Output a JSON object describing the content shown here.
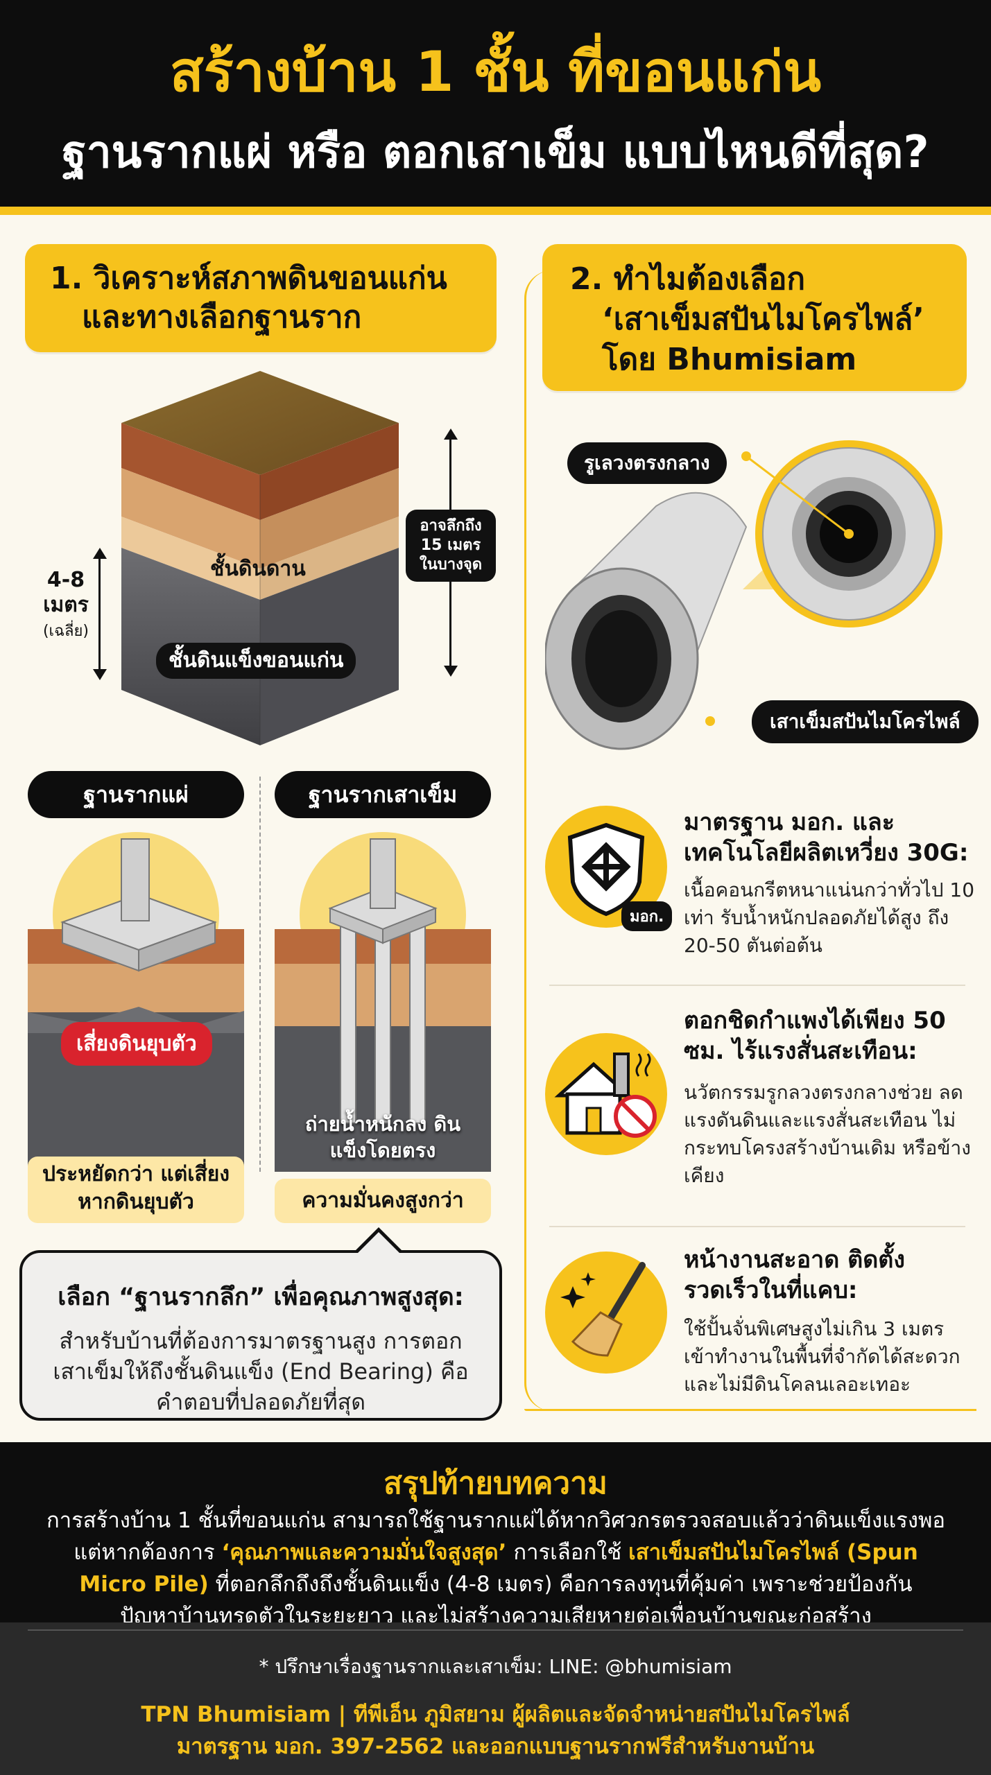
{
  "header": {
    "title": "สร้างบ้าน 1 ชั้น ที่ขอนแก่น",
    "subtitle": "ฐานรากแผ่ หรือ ตอกเสาเข็ม แบบไหนดีที่สุด?"
  },
  "section1": {
    "title_line1": "1. วิเคราะห์สภาพดินขอนแก่น",
    "title_line2": "และทางเลือกฐานราก",
    "soil_top_label": "ชั้นดินดาน",
    "soil_bottom_label": "ชั้นดินแข็งขอนแก่น",
    "depth_left": "4-8",
    "depth_left_unit": "เมตร",
    "depth_left_note": "(เฉลี่ย)",
    "depth_right": "อาจลึกถึง 15 เมตร ในบางจุด",
    "foundation_a": {
      "title": "ฐานรากแผ่",
      "warning": "เสี่ยงดินยุบตัว",
      "note": "ประหยัดกว่า แต่เสี่ยงหากดินยุบตัว"
    },
    "foundation_b": {
      "title": "ฐานรากเสาเข็ม",
      "overlay": "ถ่ายน้ำหนักลง ดินแข็งโดยตรง",
      "note": "ความมั่นคงสูงกว่า"
    },
    "callout_title": "เลือก “ฐานรากลึก” เพื่อคุณภาพสูงสุด:",
    "callout_body": "สำหรับบ้านที่ต้องการมาตรฐานสูง การตอกเสาเข็มให้ถึงชั้นดินแข็ง (End Bearing) คือคำตอบที่ปลอดภัยที่สุด"
  },
  "section2": {
    "title_line1": "2. ทำไมต้องเลือก",
    "title_line2": "‘เสาเข็มสปันไมโครไพล์’",
    "title_line3": "โดย Bhumisiam",
    "pile_hole_label": "รูเลวงตรงกลาง",
    "pile_label": "เสาเข็มสปันไมโครไพล์",
    "features": [
      {
        "icon": "shield-standard-icon",
        "badge": "มอก.",
        "title": "มาตรฐาน มอก. และ เทคโนโลยีผลิตเหวี่ยง 30G:",
        "body": "เนื้อคอนกรีตหนาแน่นกว่าทั่วไป 10 เท่า รับน้ำหนักปลอดภัยได้สูง ถึง 20-50 ตันต่อต้น"
      },
      {
        "icon": "house-no-vibration-icon",
        "title": "ตอกชิดกำแพงได้เพียง 50 ซม. ไร้แรงสั่นสะเทือน:",
        "body": "นวัตกรรมรูกลวงตรงกลางช่วย ลดแรงดันดินและแรงสั่นสะเทือน ไม่กระทบโครงสร้างบ้านเดิม หรือข้างเคียง"
      },
      {
        "icon": "broom-clean-icon",
        "title": "หน้างานสะอาด ติดตั้งรวดเร็วในที่แคบ:",
        "body": "ใช้ปั้นจั่นพิเศษสูงไม่เกิน 3 เมตร เข้าทำงานในพื้นที่จำกัดได้สะดวก และไม่มีดินโคลนเลอะเทอะ"
      }
    ]
  },
  "summary": {
    "title": "สรุปท้ายบทความ",
    "p1": "การสร้างบ้าน 1 ชั้นที่ขอนแก่น สามารถใช้ฐานรากแผ่ได้หากวิศวกรตรวจสอบแล้วว่าดินแข็งแรงพอ",
    "p2a": "แต่หากต้องการ ",
    "p2b": "‘คุณภาพและความมั่นใจสูงสุด’",
    "p2c": " การเลือกใช้ ",
    "p2d": "เสาเข็มสปันไมโครไพล์ (Spun Micro Pile)",
    "p2e": " ที่ตอกลึกถึงถึงชั้นดินแข็ง (4-8 เมตร) คือการลงทุนที่คุ้มค่า เพราะช่วยป้องกัน",
    "p3": "ปัญหาบ้านทรุดตัวในระยะยาว และไม่สร้างความเสียหายต่อเพื่อนบ้านขณะก่อสร้าง"
  },
  "footer": {
    "note": "* ปรึกษาเรื่องฐานรากและเสาเข็ม: LINE: @bhumisiam",
    "brand_line1": "TPN Bhumisiam | ทีพีเอ็น ภูมิสยาม ผู้ผลิตและจัดจำหน่ายสปันไมโครไพล์",
    "brand_line2": "มาตรฐาน มอก. 397-2562 และออกแบบฐานรากฟรีสำหรับงานบ้าน"
  },
  "colors": {
    "accent": "#f6c21c",
    "dark": "#0d0d0d",
    "warning": "#d9232d",
    "note_bg": "#fde7a6"
  }
}
